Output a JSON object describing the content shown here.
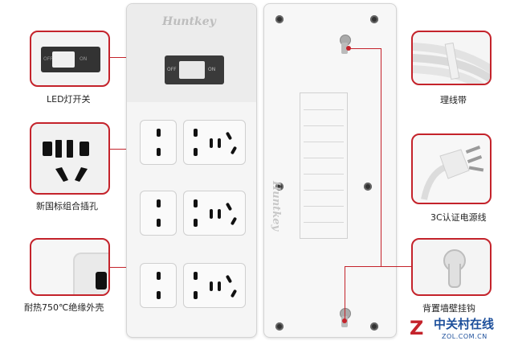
{
  "brand": "Huntkey",
  "switch": {
    "off_label": "OFF",
    "on_label": "ON"
  },
  "captions": {
    "led_switch": "LED灯开关",
    "socket": "新国标组合插孔",
    "shell": "耐热750℃绝缘外壳",
    "cable_tie": "理线带",
    "plug": "3C认证电源线",
    "hanger": "背置墙壁挂钩"
  },
  "watermark": {
    "name": "中关村在线",
    "url": "ZOL.COM.CN"
  },
  "colors": {
    "accent": "#c4232b",
    "watermark_blue": "#1d4f9b",
    "strip": "#f5f5f5"
  }
}
